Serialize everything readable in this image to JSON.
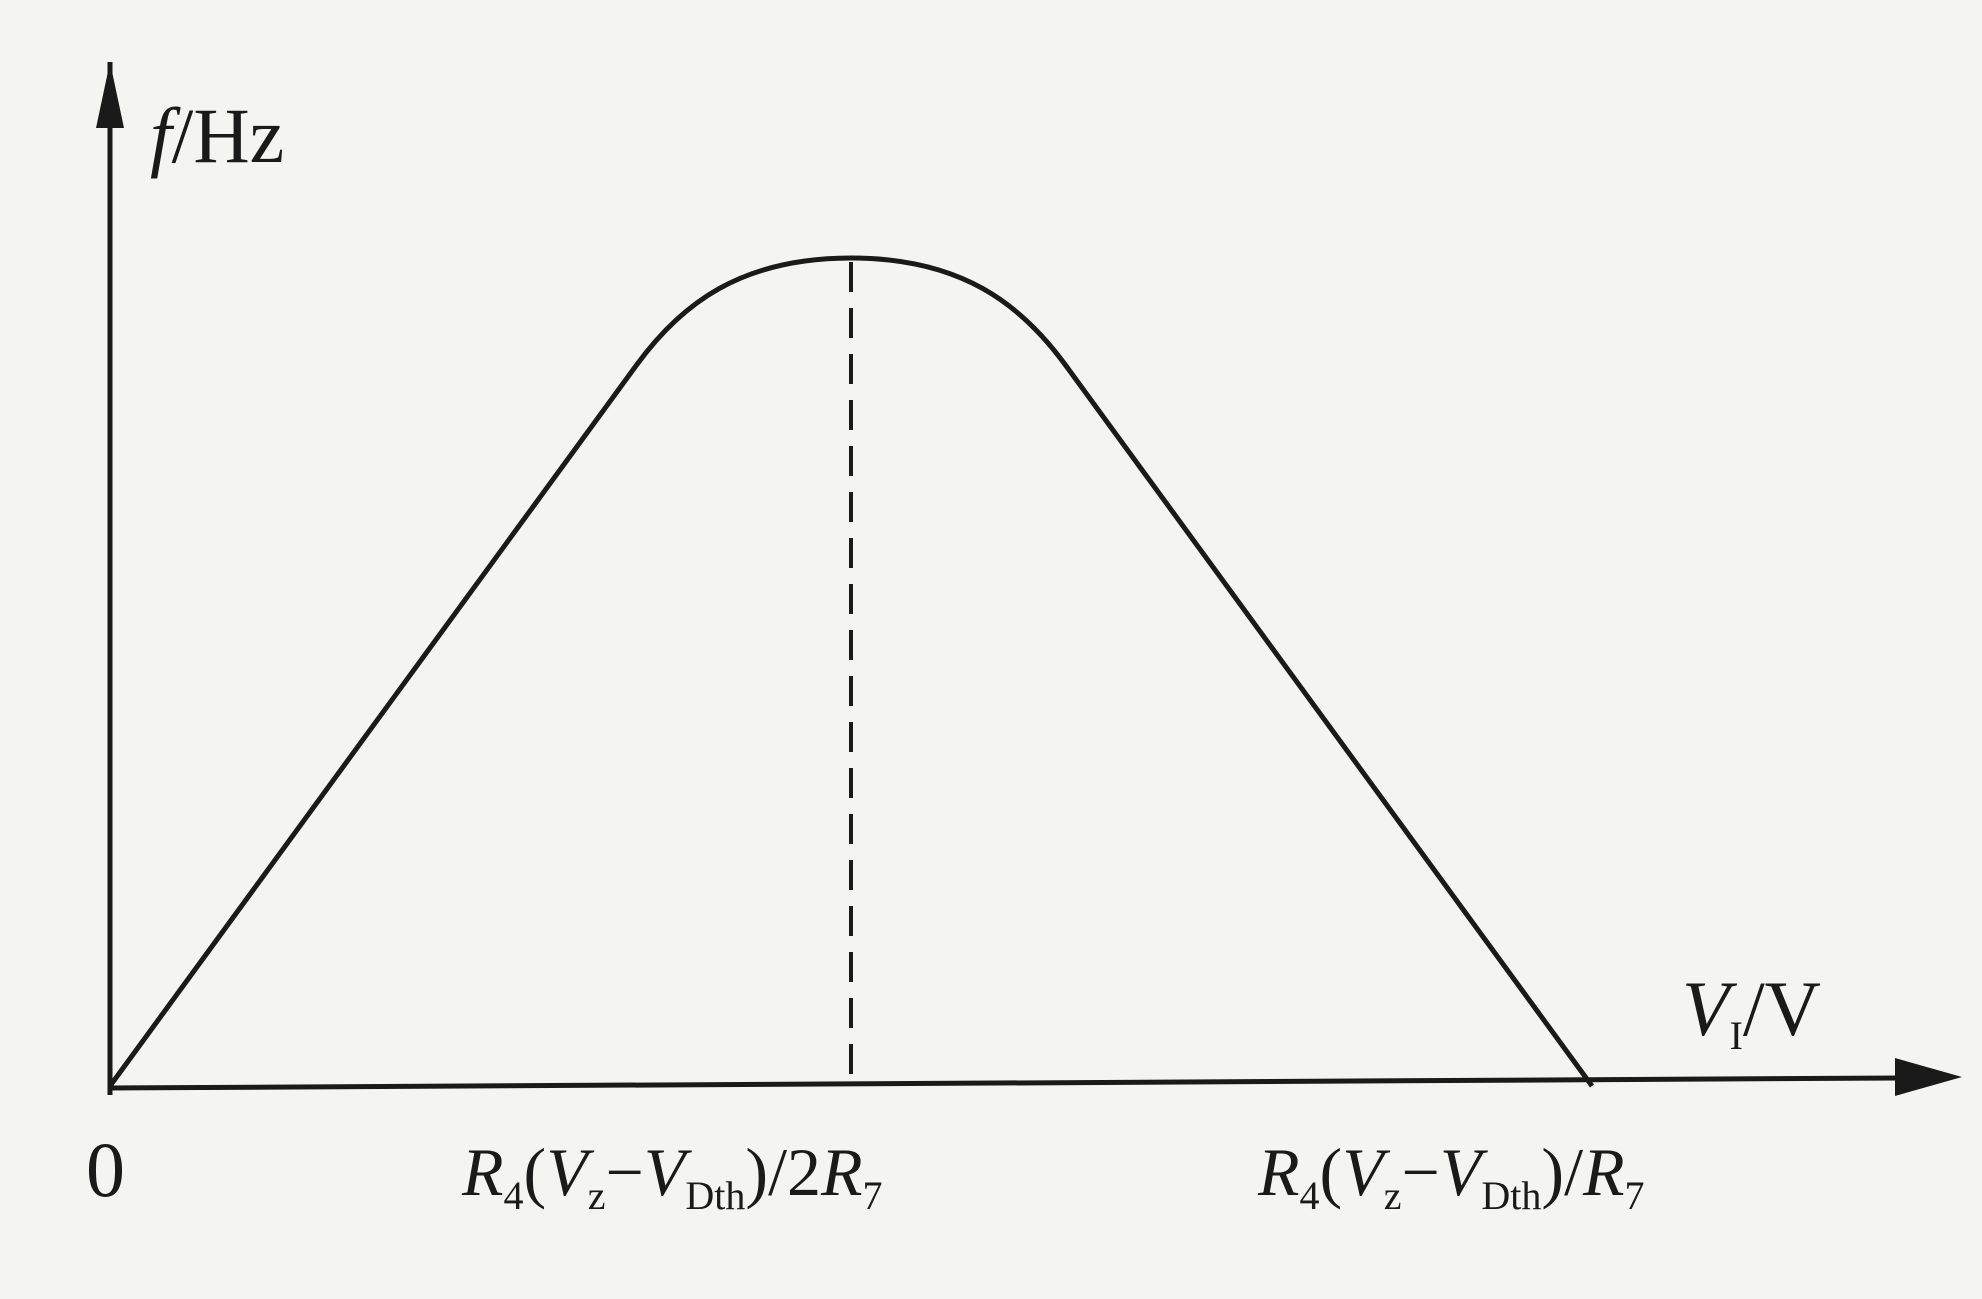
{
  "chart_data": {
    "type": "line",
    "ylabel": {
      "symbol": "f",
      "unit": "/Hz"
    },
    "xlabel": {
      "symbol": "V",
      "subscript": "I",
      "unit": "/V"
    },
    "origin_label": "0",
    "x_ticks": [
      {
        "parts": [
          {
            "t": "R",
            "style": "i"
          },
          {
            "t": "4",
            "style": "sub"
          },
          {
            "t": "(",
            "style": "r"
          },
          {
            "t": "V",
            "style": "i"
          },
          {
            "t": "z",
            "style": "sub"
          },
          {
            "t": "−",
            "style": "r"
          },
          {
            "t": "V",
            "style": "i"
          },
          {
            "t": "Dth",
            "style": "sub"
          },
          {
            "t": ")/2",
            "style": "r"
          },
          {
            "t": "R",
            "style": "i"
          },
          {
            "t": "7",
            "style": "sub"
          }
        ]
      },
      {
        "parts": [
          {
            "t": "R",
            "style": "i"
          },
          {
            "t": "4",
            "style": "sub"
          },
          {
            "t": "(",
            "style": "r"
          },
          {
            "t": "V",
            "style": "i"
          },
          {
            "t": "z",
            "style": "sub"
          },
          {
            "t": "−",
            "style": "r"
          },
          {
            "t": "V",
            "style": "i"
          },
          {
            "t": "Dth",
            "style": "sub"
          },
          {
            "t": ")/",
            "style": "r"
          },
          {
            "t": "R",
            "style": "i"
          },
          {
            "t": "7",
            "style": "sub"
          }
        ]
      }
    ],
    "series": [
      {
        "x": [
          0,
          0.355,
          0.5,
          0.645,
          1.0
        ],
        "y": [
          0,
          0.87,
          1.0,
          0.87,
          0
        ]
      }
    ],
    "peak_marker": {
      "x": 0.5,
      "style": "dashed"
    },
    "grid": false
  }
}
